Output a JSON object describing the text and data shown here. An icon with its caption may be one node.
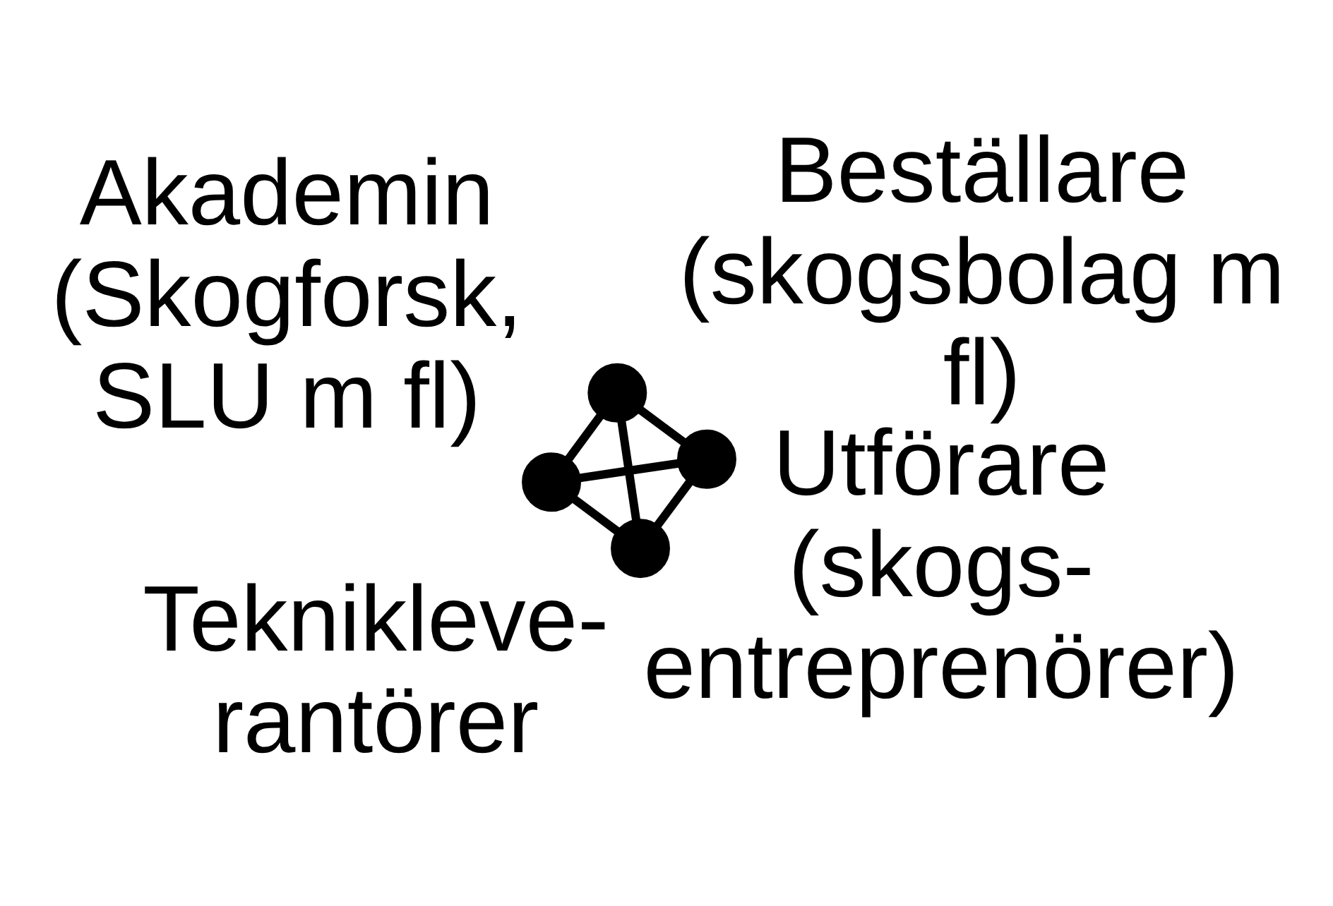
{
  "diagram": {
    "nodes": [
      {
        "text": [],
        "shape": "circle",
        "beside": [
          "Akademin (Skogforsk, SLU m fl)"
        ]
      },
      {
        "text": [],
        "shape": "circle",
        "beside": [
          "Beställare (skogsbolag m fl)"
        ]
      },
      {
        "text": [],
        "shape": "circle",
        "beside": [
          "Teknikleve- rantörer"
        ]
      },
      {
        "text": [],
        "shape": "circle",
        "beside": [
          "Utförare (skogs- entreprenörer)"
        ]
      }
    ],
    "edges": [
      {
        "from": 0,
        "to": 1,
        "arrow": "none"
      },
      {
        "from": 0,
        "to": 2,
        "arrow": "none"
      },
      {
        "from": 0,
        "to": 3,
        "arrow": "none"
      },
      {
        "from": 1,
        "to": 2,
        "arrow": "none"
      },
      {
        "from": 1,
        "to": 3,
        "arrow": "none"
      },
      {
        "from": 2,
        "to": 3,
        "arrow": "none"
      }
    ]
  }
}
